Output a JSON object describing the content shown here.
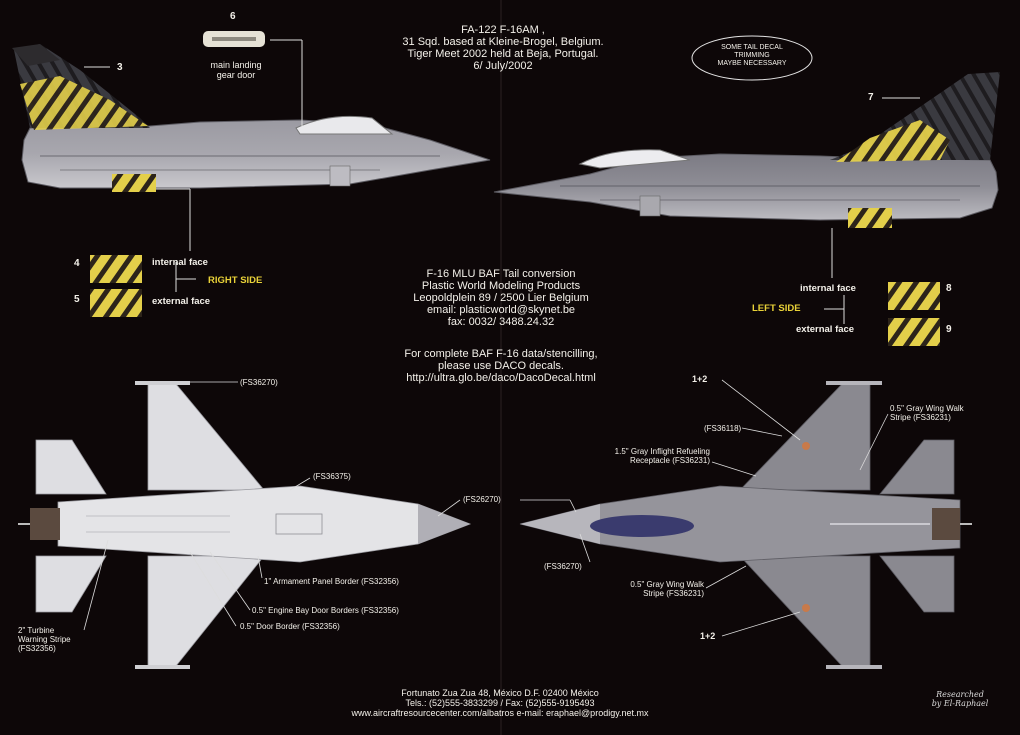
{
  "header": {
    "title_lines": [
      "FA-122 F-16AM ,",
      "31 Sqd. based at Kleine-Brogel, Belgium.",
      "Tiger Meet 2002 held at Beja, Portugal.",
      "6/ July/2002"
    ]
  },
  "tail_note": {
    "lines": [
      "SOME TAIL DECAL",
      "TRIMMING",
      "MAYBE NECESSARY"
    ]
  },
  "decal_numbers": {
    "n3": "3",
    "n6": "6",
    "n7": "7",
    "n4": "4",
    "n5": "5",
    "n8": "8",
    "n9": "9",
    "top_1_2": "1+2",
    "bottom_1_2": "1+2"
  },
  "landing_gear": {
    "lines": [
      "main landing",
      "gear door"
    ]
  },
  "right_side": {
    "internal": "internal face",
    "external": "external face",
    "side_label": "RIGHT SIDE"
  },
  "left_side": {
    "internal": "internal face",
    "external": "external face",
    "side_label": "LEFT SIDE"
  },
  "center_info": {
    "lines": [
      "F-16 MLU BAF Tail conversion",
      "Plastic World Modeling Products",
      "Leopoldplein 89  / 2500 Lier Belgium",
      "email: plasticworld@skynet.be",
      "fax: 0032/ 3488.24.32"
    ],
    "daco_lines": [
      "For complete BAF F-16 data/stencilling,",
      "please use DACO decals.",
      "http://ultra.glo.be/daco/DacoDecal.html"
    ]
  },
  "annotations_top_view": {
    "fs36270": "(FS36270)",
    "fs36375": "(FS36375)",
    "fs26270": "(FS26270)",
    "armament": "1\" Armament Panel Border (FS32356)",
    "engine_bay": "0.5\" Engine Bay Door Borders (FS32356)",
    "door_border": "0.5\" Door Border (FS32356)",
    "turbine": [
      "2\" Turbine",
      "Warning Stripe",
      "(FS32356)"
    ]
  },
  "annotations_bottom_view": {
    "fs36118": "(FS36118)",
    "refuel": [
      "1.5\" Gray Inflight Refueling",
      "Receptacle (FS36231)"
    ],
    "wing_walk_right": [
      "0.5\" Gray Wing Walk",
      "Stripe (FS36231)"
    ],
    "fs36270": "(FS36270)",
    "wing_walk_left": [
      "0.5\" Gray Wing Walk",
      "Stripe (FS36231)"
    ]
  },
  "footer": {
    "lines": [
      "Fortunato Zua Zua 48, México D.F. 02400 México",
      "Tels.: (52)555-3833299 / Fax: (52)555-9195493",
      "www.aircraftresourcecenter.com/albatros  e-mail: eraphael@prodigy.net.mx"
    ]
  },
  "credit": {
    "lines": [
      "Researched",
      "by El-Raphael"
    ]
  },
  "colors": {
    "background": "#0d0708",
    "aircraft_light_gray": "#cfcfd3",
    "aircraft_mid_gray": "#8c8b92",
    "tiger_yellow": "#e3cf4a",
    "tiger_dark": "#2c241a",
    "text": "#f4f1ea",
    "side_label": "#e9d238"
  }
}
